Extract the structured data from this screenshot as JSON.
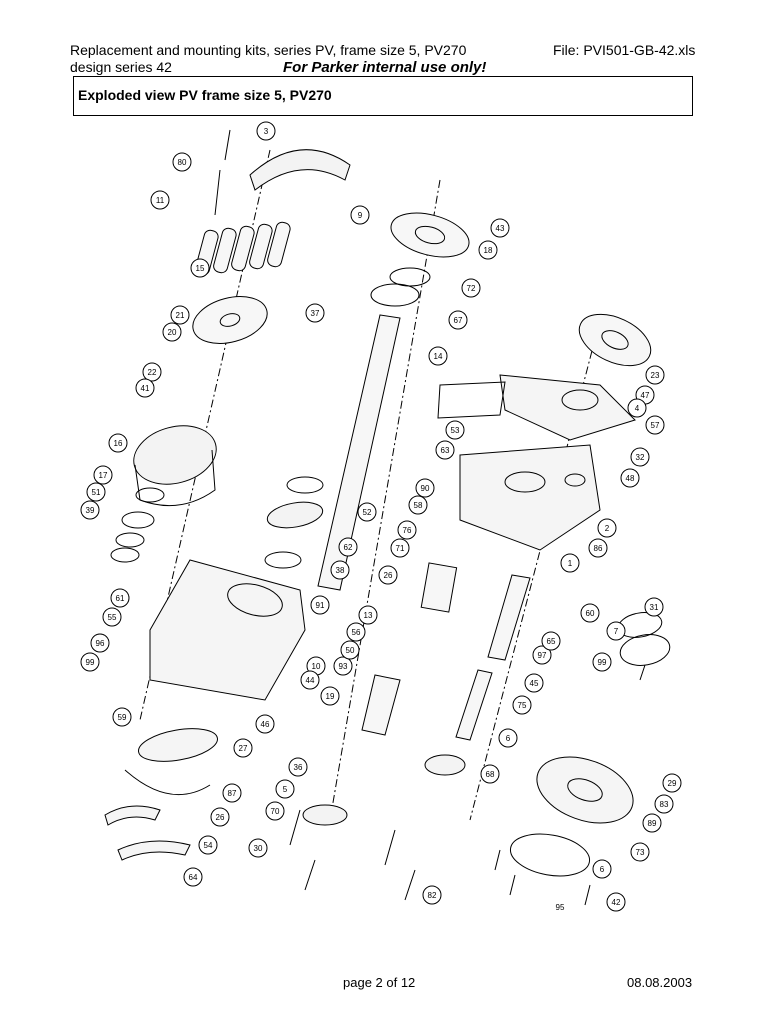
{
  "header": {
    "line1": "Replacement and mounting kits, series PV, frame size 5, PV270",
    "line2": "design series 42",
    "file": "File: PVI501-GB-42.xls",
    "internal": "For Parker internal use only!"
  },
  "title": "Exploded view PV frame size 5, PV270",
  "footer": {
    "page": "page 2 of 12",
    "date": "08.08.2003"
  },
  "callouts": [
    "80",
    "3",
    "11",
    "9",
    "15",
    "43",
    "18",
    "21",
    "72",
    "20",
    "37",
    "67",
    "22",
    "41",
    "14",
    "23",
    "47",
    "4",
    "16",
    "53",
    "57",
    "63",
    "32",
    "17",
    "51",
    "39",
    "48",
    "90",
    "58",
    "2",
    "52",
    "62",
    "38",
    "76",
    "71",
    "86",
    "26",
    "61",
    "55",
    "96",
    "99",
    "59",
    "93",
    "50",
    "13",
    "56",
    "91",
    "1",
    "60",
    "7",
    "31",
    "99",
    "97",
    "75",
    "45",
    "65",
    "6",
    "68",
    "10",
    "44",
    "19",
    "27",
    "46",
    "36",
    "29",
    "87",
    "5",
    "70",
    "26",
    "83",
    "89",
    "30",
    "73",
    "54",
    "6",
    "64",
    "82",
    "42",
    "95"
  ]
}
